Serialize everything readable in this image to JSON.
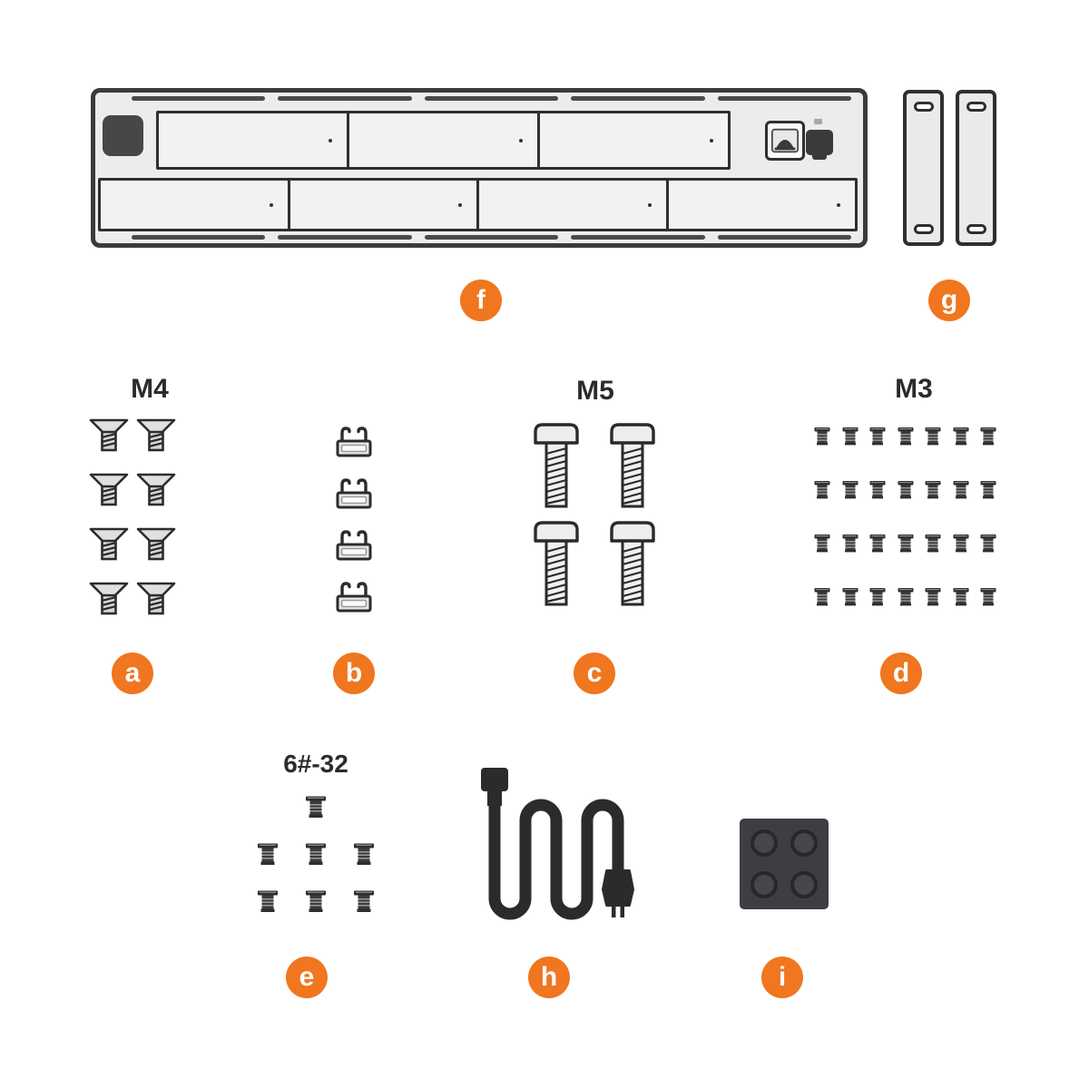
{
  "accent_color": "#F0761F",
  "badges": {
    "a": "a",
    "b": "b",
    "c": "c",
    "d": "d",
    "e": "e",
    "f": "f",
    "g": "g",
    "h": "h",
    "i": "i"
  },
  "sections": {
    "a": {
      "label": "M4",
      "count": 8
    },
    "b": {
      "count": 4
    },
    "c": {
      "label": "M5",
      "count": 4
    },
    "d": {
      "label": "M3",
      "count": 28
    },
    "e": {
      "label": "6#-32",
      "count": 7,
      "rows": [
        1,
        3,
        3
      ]
    },
    "f": {
      "top_bays": 3,
      "bottom_bays": 4,
      "vent_slots": 5
    },
    "g": {
      "ears": 2
    },
    "i": {
      "feet": 4
    }
  }
}
